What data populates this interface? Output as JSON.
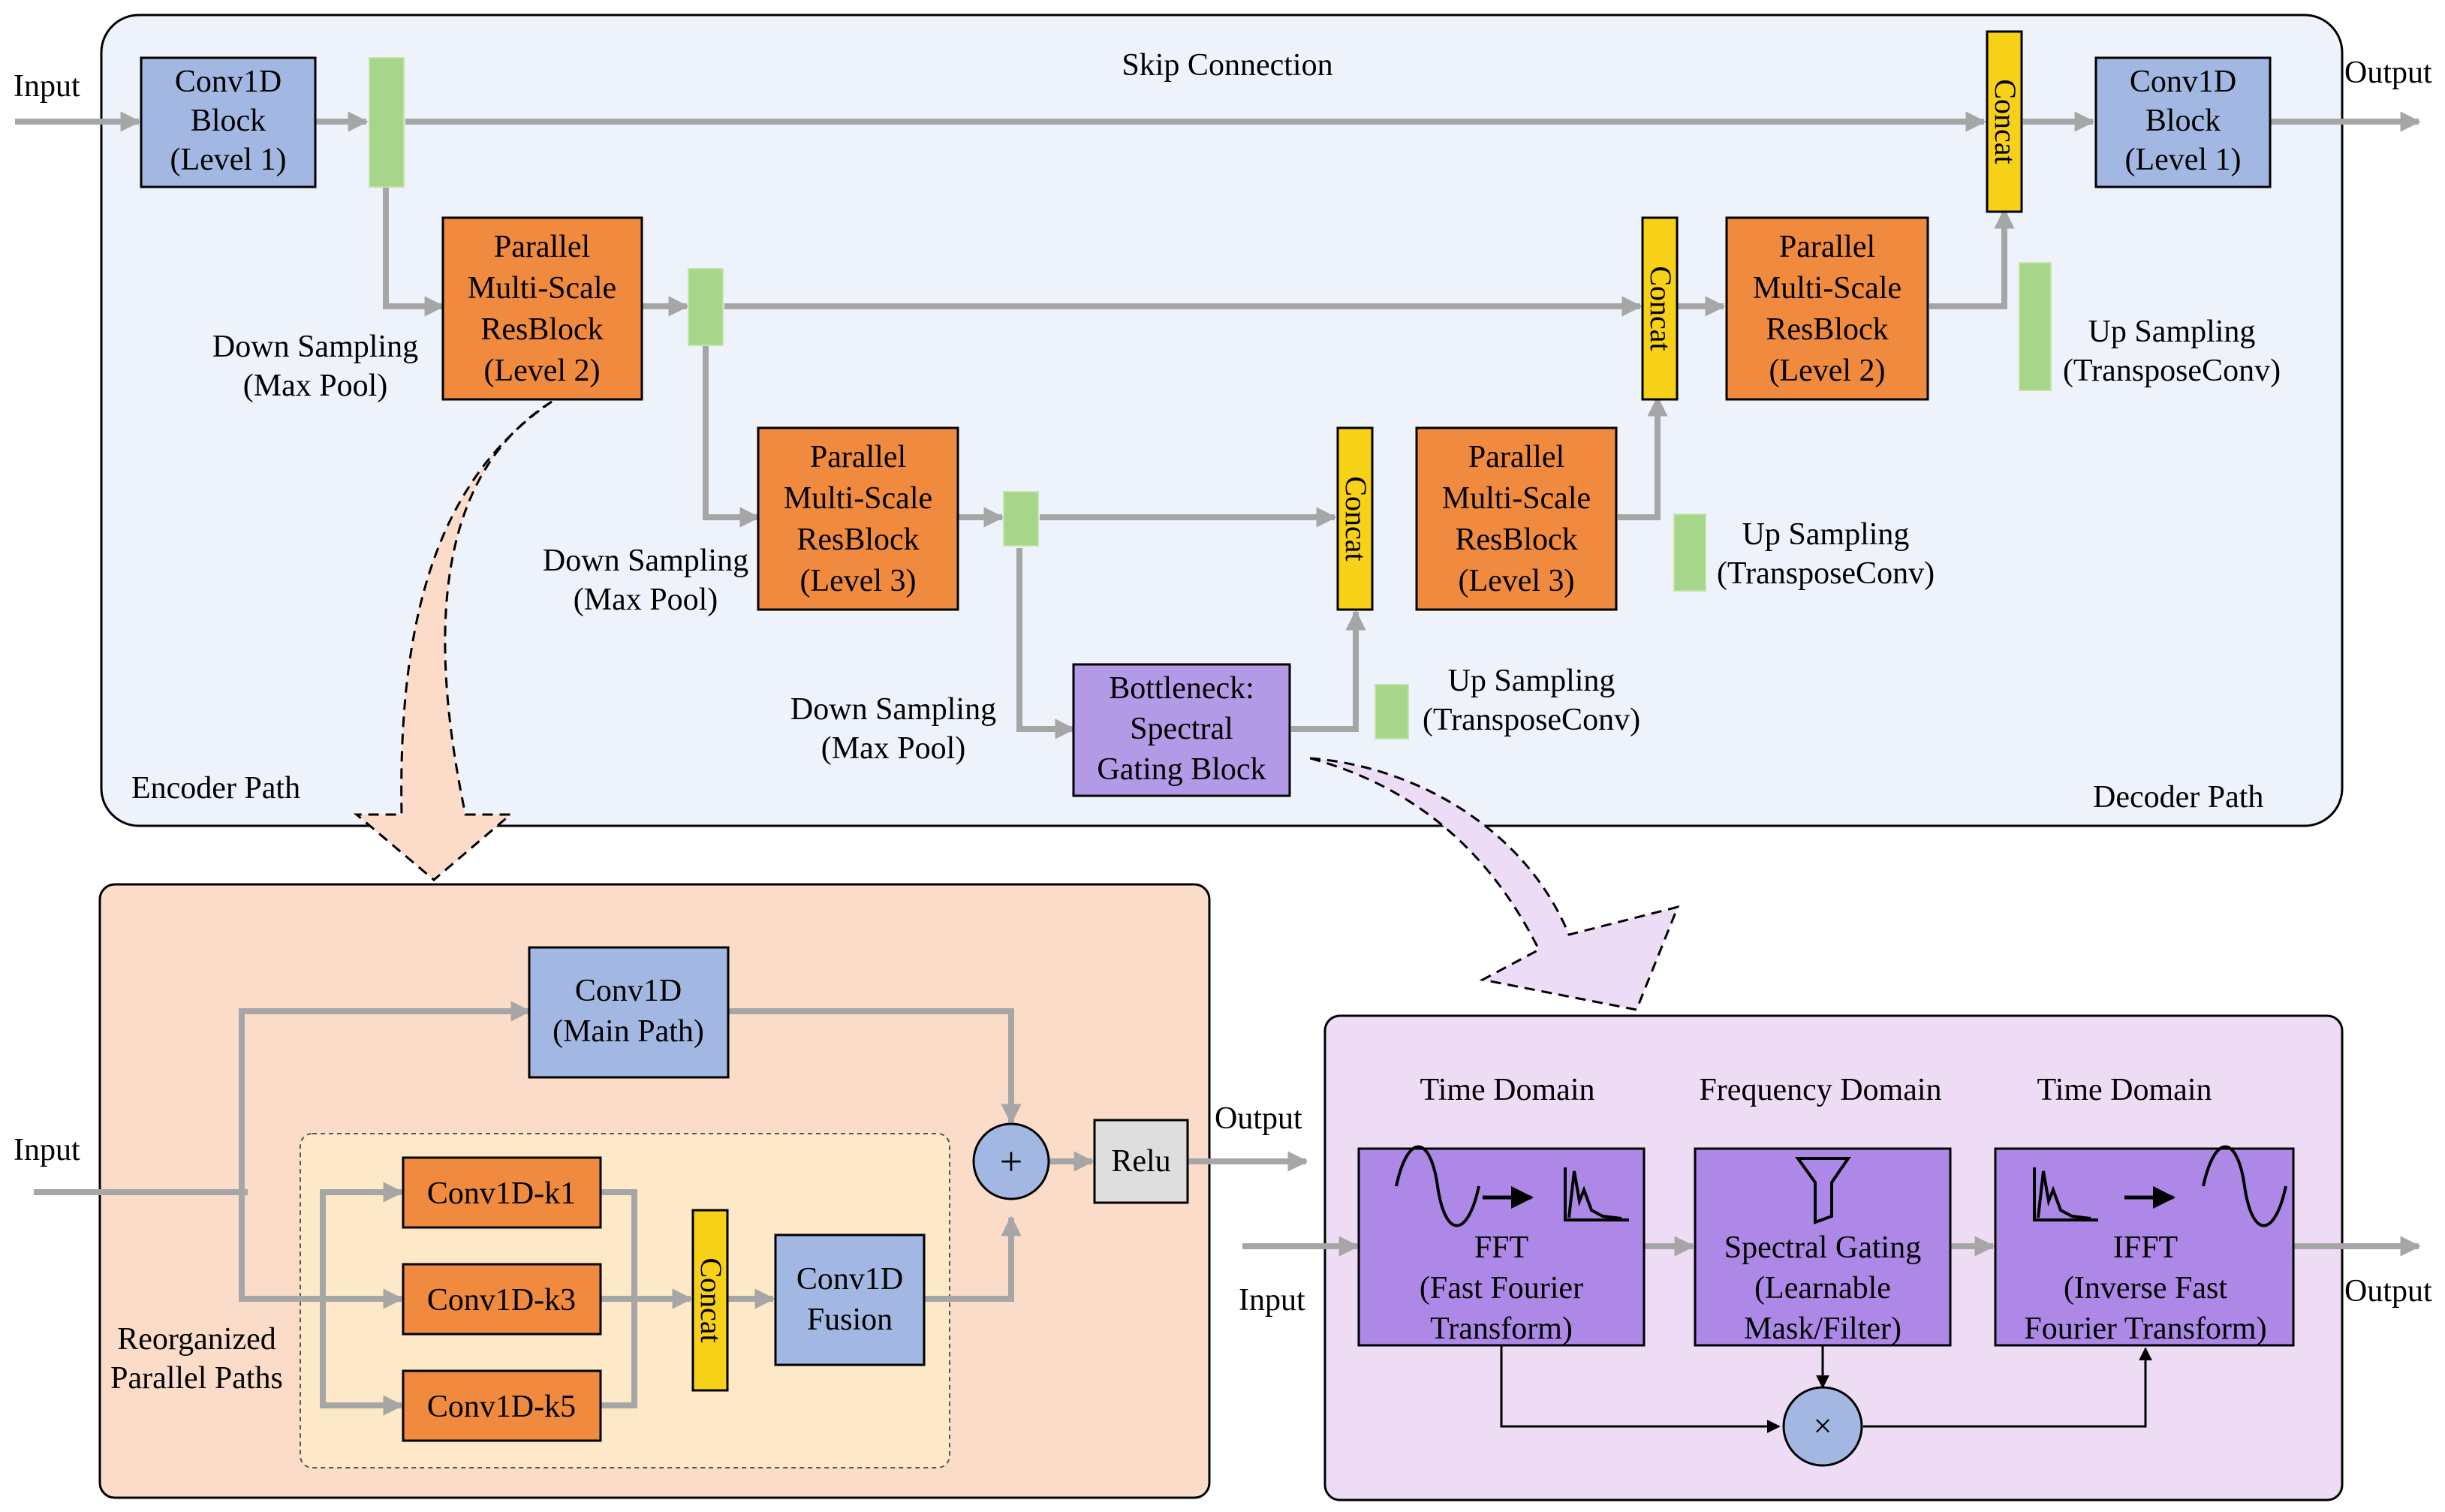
{
  "colors": {
    "encoder_panel": "#eef3fb",
    "resblock_panel": "#fadcc8",
    "resblock_inner": "#fde9c8",
    "gating_panel": "#eedcf4",
    "conv_blue": "#a2b8e2",
    "resblock_orange": "#ef8a3e",
    "concat_yellow": "#f7d117",
    "bottleneck_purple": "#b39ae6",
    "fft_purple": "#ad88e6",
    "connector_green": "#a6d68a",
    "relu_gray": "#dedede",
    "arrow_gray": "#a6a6a6",
    "peach_arrow": "#fcdcc8",
    "lilac_arrow": "#eddcf6"
  },
  "icons": [
    "sine-wave-icon",
    "spectrum-icon",
    "filter-funnel-icon",
    "plus-icon",
    "multiply-icon"
  ],
  "top": {
    "input": "Input",
    "output": "Output",
    "skip_connection": "Skip Connection",
    "encoder_path": "Encoder Path",
    "decoder_path": "Decoder Path",
    "conv1d_enc": [
      "Conv1D",
      "Block",
      "(Level 1)"
    ],
    "conv1d_dec": [
      "Conv1D",
      "Block",
      "(Level 1)"
    ],
    "res_enc_l2": [
      "Parallel",
      "Multi-Scale",
      "ResBlock",
      "(Level 2)"
    ],
    "res_enc_l3": [
      "Parallel",
      "Multi-Scale",
      "ResBlock",
      "(Level 3)"
    ],
    "res_dec_l3": [
      "Parallel",
      "Multi-Scale",
      "ResBlock",
      "(Level 3)"
    ],
    "res_dec_l2": [
      "Parallel",
      "Multi-Scale",
      "ResBlock",
      "(Level 2)"
    ],
    "bottleneck": [
      "Bottleneck:",
      "Spectral",
      "Gating Block"
    ],
    "concat": "Concat",
    "down_sampling": [
      "Down Sampling",
      "(Max Pool)"
    ],
    "up_sampling": [
      "Up Sampling",
      "(TransposeConv)"
    ]
  },
  "resblock_detail": {
    "input": "Input",
    "output": "Output",
    "conv_main": [
      "Conv1D",
      "(Main Path)"
    ],
    "k1": "Conv1D-k1",
    "k3": "Conv1D-k3",
    "k5": "Conv1D-k5",
    "concat": "Concat",
    "fusion": [
      "Conv1D",
      "Fusion"
    ],
    "relu": "Relu",
    "plus": "+",
    "paths_label": [
      "Reorganized",
      "Parallel Paths"
    ]
  },
  "gating_detail": {
    "input": "Input",
    "output": "Output",
    "time_domain_1": "Time Domain",
    "frequency_domain": "Frequency Domain",
    "time_domain_2": "Time Domain",
    "fft": [
      "FFT",
      "(Fast Fourier",
      "Transform)"
    ],
    "spectral_gating": [
      "Spectral Gating",
      "(Learnable",
      "Mask/Filter)"
    ],
    "ifft": [
      "IFFT",
      "(Inverse Fast",
      "Fourier Transform)"
    ],
    "multiply": "×"
  }
}
